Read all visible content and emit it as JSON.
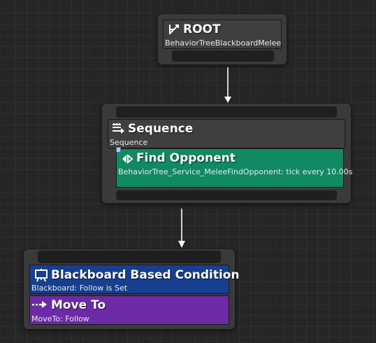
{
  "graph": {
    "root": {
      "title": "ROOT",
      "subtitle": "BehaviorTreeBlackboardMelee",
      "icon": "tree-branch-icon"
    },
    "sequence": {
      "title": "Sequence",
      "subtitle": "Sequence",
      "icon": "sequence-icon",
      "service": {
        "title": "Find Opponent",
        "subtitle": "BehaviorTree_Service_MeleeFindOpponent: tick every 10.00s",
        "icon": "service-icon",
        "color": "#0f8a63"
      }
    },
    "move_task": {
      "decorator": {
        "title": "Blackboard Based Condition",
        "subtitle": "Blackboard: Follow is Set",
        "icon": "blackboard-icon",
        "color": "#173f8f"
      },
      "task": {
        "title": "Move To",
        "subtitle": "MoveTo: Follow",
        "icon": "move-arrow-icon",
        "color": "#6d2aa6"
      }
    },
    "colors": {
      "node_body": "#3a3a3a",
      "pin_bar": "#1f1f1f",
      "header_gray": "#3f3f3f",
      "wire": "#ffffff"
    }
  }
}
